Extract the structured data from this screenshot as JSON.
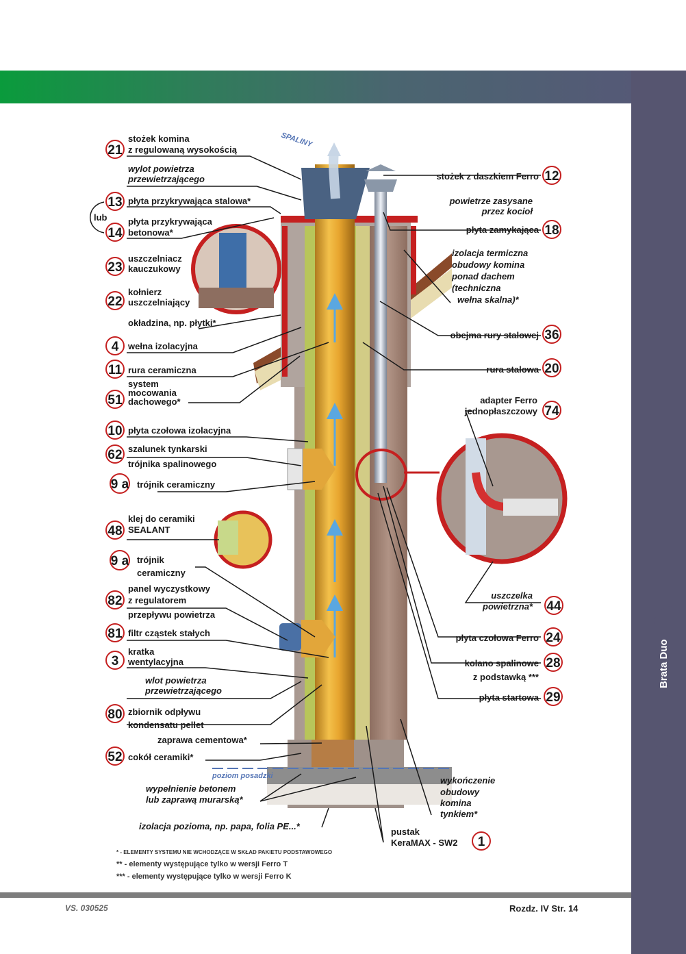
{
  "footer": {
    "version": "VS. 030525",
    "page": "Rozdz. IV  Str. 14"
  },
  "tab": {
    "label": "Brata Duo"
  },
  "flow": {
    "spaliny": "SPALINY"
  },
  "floor": {
    "label": "poziom posadzki"
  },
  "lub": "lub",
  "labels_left": [
    {
      "num": "21",
      "lines": [
        "stożek komina",
        "z regulowaną wysokością"
      ]
    },
    {
      "num": "",
      "lines": [
        "wylot powietrza",
        "przewietrzającego"
      ]
    },
    {
      "num": "13",
      "lines": [
        "płyta przykrywająca stalowa*"
      ]
    },
    {
      "num": "14",
      "lines": [
        "płyta przykrywająca",
        "betonowa*"
      ]
    },
    {
      "num": "23",
      "lines": [
        "uszczelniacz",
        "kauczukowy"
      ]
    },
    {
      "num": "22",
      "lines": [
        "kołnierz",
        "uszczelniający"
      ]
    },
    {
      "num": "",
      "lines": [
        "okładzina, np. płytki*"
      ]
    },
    {
      "num": "4",
      "lines": [
        "wełna izolacyjna"
      ]
    },
    {
      "num": "11",
      "lines": [
        "rura ceramiczna"
      ]
    },
    {
      "num": "51",
      "lines": [
        "system",
        "mocowania",
        "dachowego*"
      ]
    },
    {
      "num": "10",
      "lines": [
        "płyta czołowa izolacyjna"
      ]
    },
    {
      "num": "62",
      "lines": [
        "szalunek tynkarski",
        "trójnika spalinowego"
      ]
    },
    {
      "num": "9 a",
      "lines": [
        "trójnik ceramiczny"
      ]
    },
    {
      "num": "48",
      "lines": [
        "klej do ceramiki",
        "SEALANT"
      ]
    },
    {
      "num": "9 a",
      "lines": [
        "trójnik",
        "ceramiczny"
      ]
    },
    {
      "num": "82",
      "lines": [
        "panel wyczystkowy",
        "z regulatorem",
        "przepływu powietrza"
      ]
    },
    {
      "num": "81",
      "lines": [
        "filtr cząstek stałych"
      ]
    },
    {
      "num": "3",
      "lines": [
        "kratka",
        "wentylacyjna"
      ]
    },
    {
      "num": "",
      "lines": [
        "wlot powietrza",
        "przewietrzającego"
      ]
    },
    {
      "num": "80",
      "lines": [
        "zbiornik odpływu",
        "kondensatu pellet"
      ]
    },
    {
      "num": "",
      "lines": [
        "zaprawa cementowa*"
      ]
    },
    {
      "num": "52",
      "lines": [
        "cokół ceramiki*"
      ]
    },
    {
      "num": "",
      "lines": [
        "wypełnienie betonem",
        "lub zaprawą murarską*"
      ]
    },
    {
      "num": "",
      "lines": [
        "izolacja pozioma, np. papa, folia PE...*"
      ]
    }
  ],
  "labels_right": [
    {
      "num": "12",
      "lines": [
        "stożek z daszkiem Ferro"
      ]
    },
    {
      "num": "",
      "lines": [
        "powietrze zasysane",
        "przez kocioł"
      ]
    },
    {
      "num": "18",
      "lines": [
        "płyta zamykająca"
      ]
    },
    {
      "num": "",
      "lines": [
        "izolacja termiczna",
        "obudowy komina",
        "ponad dachem",
        "(techniczna",
        "wełna skalna)*"
      ]
    },
    {
      "num": "36",
      "lines": [
        "obejma rury stalowej"
      ]
    },
    {
      "num": "20",
      "lines": [
        "rura stalowa"
      ]
    },
    {
      "num": "74",
      "lines": [
        "adapter Ferro",
        "jednopłaszczowy"
      ]
    },
    {
      "num": "44",
      "lines": [
        "uszczelka",
        "powietrzna*"
      ]
    },
    {
      "num": "24",
      "lines": [
        "płyta czołowa Ferro"
      ]
    },
    {
      "num": "28",
      "lines": [
        "kolano spalinowe",
        "z podstawką ***"
      ]
    },
    {
      "num": "29",
      "lines": [
        "płyta startowa"
      ]
    },
    {
      "num": "",
      "lines": [
        "wykończenie",
        "obudowy",
        "komina",
        "tynkiem*"
      ]
    },
    {
      "num": "1",
      "lines": [
        "pustak",
        "KeraMAX - SW2"
      ]
    }
  ],
  "legend": [
    "* - ELEMENTY SYSTEMU NIE WCHODZĄCE W SKŁAD PAKIETU PODSTAWOWEGO",
    "** - elementy występujące tylko w wersji Ferro T",
    "*** - elementy występujące tylko w wersji Ferro K"
  ]
}
